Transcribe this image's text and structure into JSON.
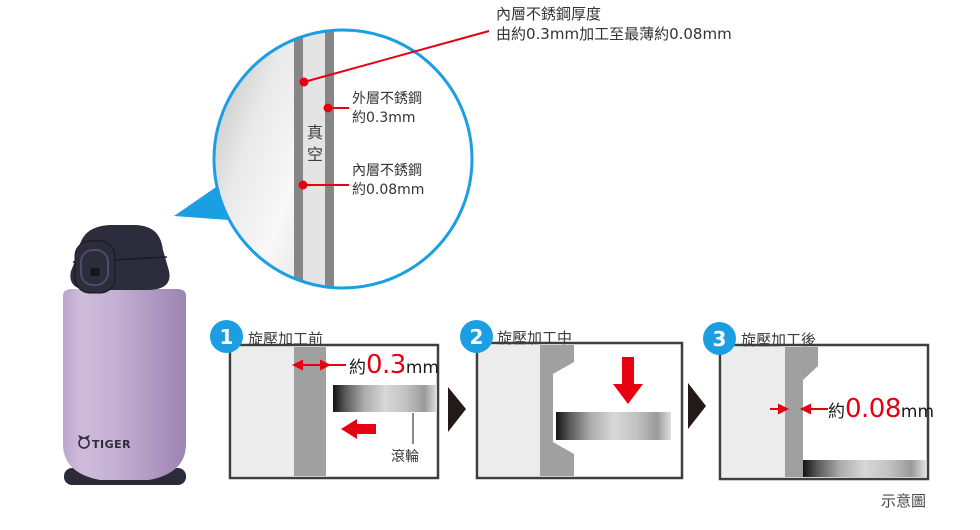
{
  "colors": {
    "accent_blue": "#1b9ee2",
    "accent_red": "#e60012",
    "bottle_body": "#b9a3cb",
    "bottle_lid": "#2d2c3c",
    "steel_strip_gray": "#a0a0a0"
  },
  "product": {
    "brand": "TIGER"
  },
  "magnifier": {
    "vacuum_label": "真空",
    "top_callout": {
      "line1": "內層不銹鋼厚度",
      "line2": "由約0.3mm加工至最薄約0.08mm"
    },
    "outer_layer": {
      "name": "外層不銹鋼",
      "thickness": "約0.3mm"
    },
    "inner_layer": {
      "name": "內層不銹鋼",
      "thickness": "約0.08mm"
    }
  },
  "steps": [
    {
      "number": "1",
      "title": "旋壓加工前",
      "measure": {
        "prefix": "約",
        "value": "0.3",
        "unit": "mm"
      },
      "roller_label": "滾輪"
    },
    {
      "number": "2",
      "title": "旋壓加工中"
    },
    {
      "number": "3",
      "title": "旋壓加工後",
      "measure": {
        "prefix": "約",
        "value": "0.08",
        "unit": "mm"
      }
    }
  ],
  "footnote": "示意圖"
}
